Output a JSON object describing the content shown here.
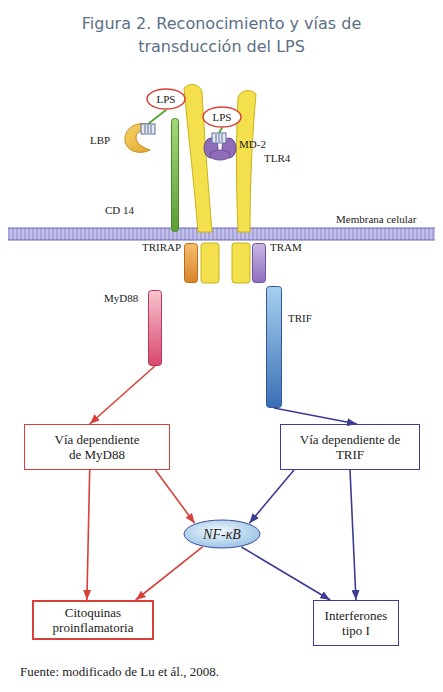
{
  "diagram": {
    "title": "Figura 2. Reconocimiento y vías de transducción del LPS",
    "caption": "Fuente: modificado de Lu et ál., 2008.",
    "nodes": [
      {
        "text": [
          "LPS"
        ]
      },
      {
        "text": [
          "LPS"
        ]
      },
      {
        "text": [
          "LBP"
        ]
      },
      {
        "text": [
          "MD-2"
        ]
      },
      {
        "text": [
          "CD 14"
        ]
      },
      {
        "text": [
          "TLR4"
        ]
      },
      {
        "text": [
          "TRIRAP"
        ]
      },
      {
        "text": [
          "TRAM"
        ]
      },
      {
        "text": [
          "MyD88"
        ]
      },
      {
        "text": [
          "TRIF"
        ]
      },
      {
        "text": [
          "Vía dependiente de MyD88"
        ]
      },
      {
        "text": [
          "Vía dependiente de TRIF"
        ]
      },
      {
        "text": [
          "NF-κB"
        ]
      },
      {
        "text": [
          "Citoquinas proinflamatoria"
        ]
      },
      {
        "text": [
          "Interferones tipo I"
        ]
      }
    ],
    "edges": [
      {
        "from": 8,
        "to": 10,
        "arrow": "to"
      },
      {
        "from": 9,
        "to": 11,
        "arrow": "to"
      },
      {
        "from": 10,
        "to": 13,
        "arrow": "to"
      },
      {
        "from": 10,
        "to": 12,
        "arrow": "to"
      },
      {
        "from": 11,
        "to": 12,
        "arrow": "to"
      },
      {
        "from": 11,
        "to": 14,
        "arrow": "to"
      },
      {
        "from": 12,
        "to": 13,
        "arrow": "to"
      },
      {
        "from": 12,
        "to": 14,
        "arrow": "to"
      }
    ],
    "labels": [
      "Membrana celular"
    ]
  }
}
